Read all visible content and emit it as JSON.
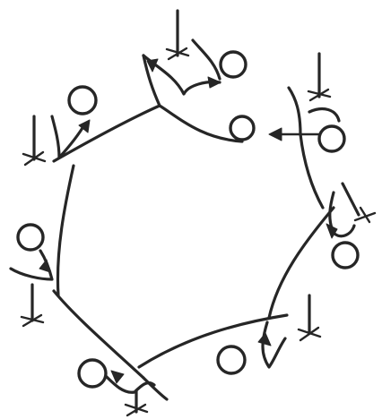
{
  "diagram": {
    "type": "ring-of-cells",
    "node_count": 8,
    "nodes": [
      {
        "id": "n1",
        "symbol": "circle",
        "marker": "anchor-cross"
      },
      {
        "id": "n2",
        "symbol": "circle",
        "marker": "anchor-cross"
      },
      {
        "id": "n3",
        "symbol": "circle",
        "marker": "anchor-cross"
      },
      {
        "id": "n4",
        "symbol": "circle",
        "marker": "anchor-cross"
      },
      {
        "id": "n5",
        "symbol": "circle",
        "marker": "anchor-cross"
      },
      {
        "id": "n6",
        "symbol": "circle",
        "marker": "anchor-cross"
      },
      {
        "id": "n7",
        "symbol": "circle",
        "marker": "anchor-cross"
      },
      {
        "id": "n8",
        "symbol": "circle",
        "marker": "anchor-cross"
      }
    ],
    "edges": [
      {
        "from": "n1",
        "to": "n2",
        "style": "curved"
      },
      {
        "from": "n2",
        "to": "n3",
        "style": "curved"
      },
      {
        "from": "n3",
        "to": "n4",
        "style": "curved"
      },
      {
        "from": "n4",
        "to": "n5",
        "style": "curved"
      },
      {
        "from": "n5",
        "to": "n6",
        "style": "curved"
      },
      {
        "from": "n6",
        "to": "n7",
        "style": "curved"
      },
      {
        "from": "n7",
        "to": "n8",
        "style": "curved"
      },
      {
        "from": "n8",
        "to": "n1",
        "style": "curved"
      }
    ],
    "colors": {
      "ink": "#262626",
      "background": "#ffffff"
    }
  }
}
